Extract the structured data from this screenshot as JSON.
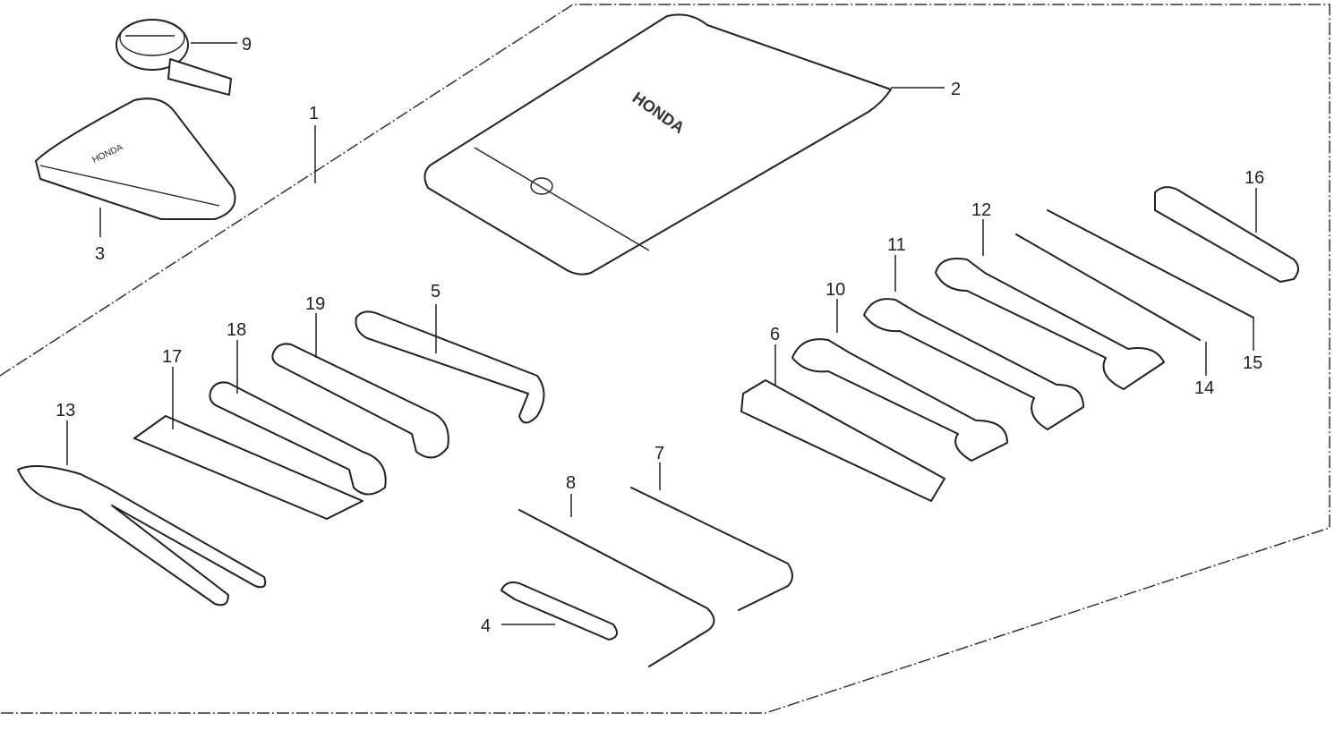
{
  "diagram": {
    "title": "Tool kit parts diagram",
    "callouts": [
      {
        "id": "1",
        "text": "1"
      },
      {
        "id": "2",
        "text": "2"
      },
      {
        "id": "3",
        "text": "3"
      },
      {
        "id": "4",
        "text": "4"
      },
      {
        "id": "5",
        "text": "5"
      },
      {
        "id": "6",
        "text": "6"
      },
      {
        "id": "7",
        "text": "7"
      },
      {
        "id": "8",
        "text": "8"
      },
      {
        "id": "9",
        "text": "9"
      },
      {
        "id": "10",
        "text": "10"
      },
      {
        "id": "11",
        "text": "11"
      },
      {
        "id": "12",
        "text": "12"
      },
      {
        "id": "13",
        "text": "13"
      },
      {
        "id": "14",
        "text": "14"
      },
      {
        "id": "15",
        "text": "15"
      },
      {
        "id": "16",
        "text": "16"
      },
      {
        "id": "17",
        "text": "17"
      },
      {
        "id": "18",
        "text": "18"
      },
      {
        "id": "19",
        "text": "19"
      }
    ],
    "brand_text": "HONDA"
  }
}
